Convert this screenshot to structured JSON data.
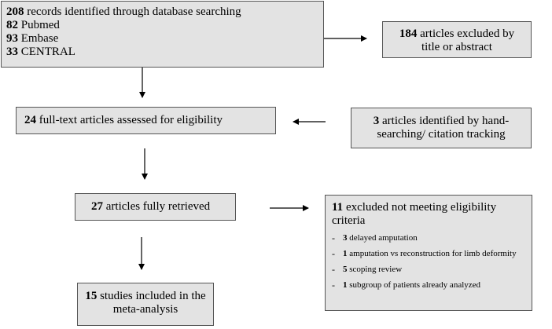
{
  "identification": {
    "lines": [
      {
        "num": "208",
        "text": " records identified through database searching"
      },
      {
        "num": "82",
        "text": " Pubmed"
      },
      {
        "num": "93",
        "text": " Embase"
      },
      {
        "num": "33",
        "text": " CENTRAL"
      }
    ]
  },
  "excluded_title": {
    "num": "184",
    "text": " articles excluded by title or abstract"
  },
  "fulltext": {
    "num": "24",
    "text": " full-text articles assessed for eligibility"
  },
  "hand_search": {
    "num": "3",
    "text": " articles identified by hand-searching/ citation tracking"
  },
  "retrieved": {
    "num": "27",
    "text": " articles fully retrieved"
  },
  "excluded_eligibility": {
    "num": "11",
    "text": " excluded not meeting eligibility criteria",
    "items": [
      {
        "dash": "-",
        "num": "3",
        "text": " delayed amputation"
      },
      {
        "dash": "-",
        "num": "1",
        "text": " amputation vs reconstruction for limb deformity"
      },
      {
        "dash": "-",
        "num": "5",
        "text": " scoping review"
      },
      {
        "dash": "-",
        "num": "1",
        "text": " subgroup of patients already analyzed"
      }
    ]
  },
  "included": {
    "num": "15",
    "text": " studies included in the meta-analysis"
  },
  "colors": {
    "box_fill": "#e3e3e3",
    "box_border": "#555555",
    "arrow": "#000000"
  }
}
